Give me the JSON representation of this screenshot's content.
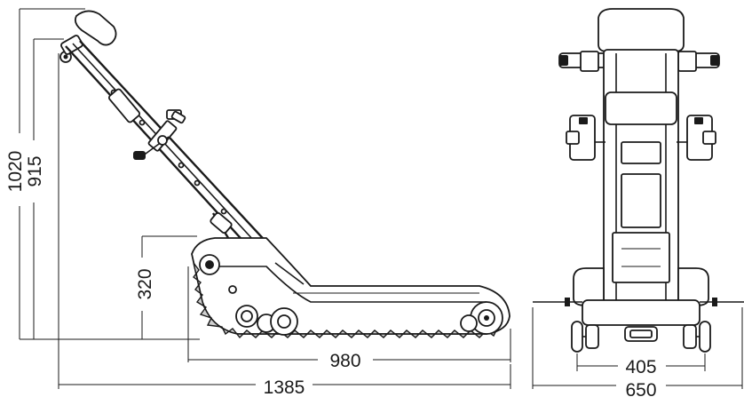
{
  "dimensions": {
    "height_total": "1020",
    "height_handle": "915",
    "height_base": "320",
    "track_length": "980",
    "total_length": "1385",
    "wheel_track": "405",
    "total_width": "650"
  }
}
